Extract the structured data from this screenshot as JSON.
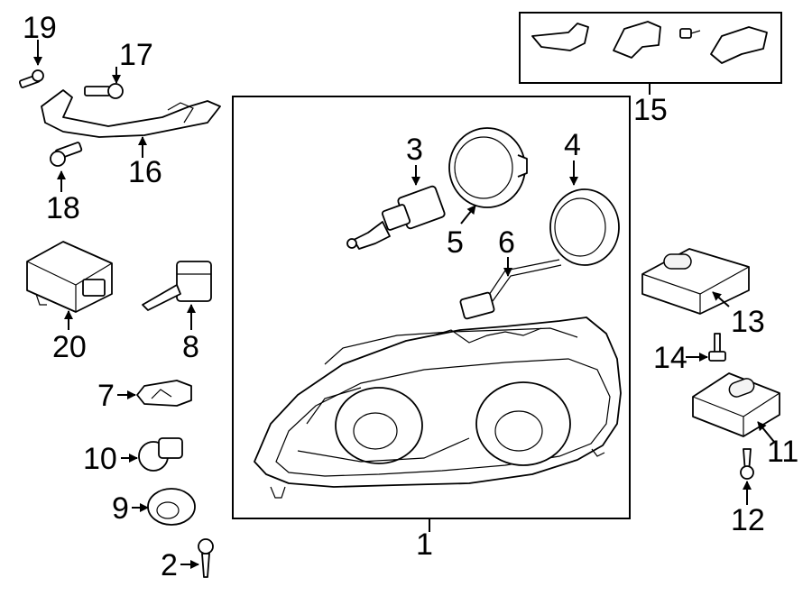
{
  "callouts": [
    {
      "id": "p1",
      "label": "1"
    },
    {
      "id": "p2",
      "label": "2"
    },
    {
      "id": "p3",
      "label": "3"
    },
    {
      "id": "p4",
      "label": "4"
    },
    {
      "id": "p5",
      "label": "5"
    },
    {
      "id": "p6",
      "label": "6"
    },
    {
      "id": "p7",
      "label": "7"
    },
    {
      "id": "p8",
      "label": "8"
    },
    {
      "id": "p9",
      "label": "9"
    },
    {
      "id": "p10",
      "label": "10"
    },
    {
      "id": "p11",
      "label": "11"
    },
    {
      "id": "p12",
      "label": "12"
    },
    {
      "id": "p13",
      "label": "13"
    },
    {
      "id": "p14",
      "label": "14"
    },
    {
      "id": "p15",
      "label": "15"
    },
    {
      "id": "p16",
      "label": "16"
    },
    {
      "id": "p17",
      "label": "17"
    },
    {
      "id": "p18",
      "label": "18"
    },
    {
      "id": "p19",
      "label": "19"
    },
    {
      "id": "p20",
      "label": "20"
    }
  ]
}
